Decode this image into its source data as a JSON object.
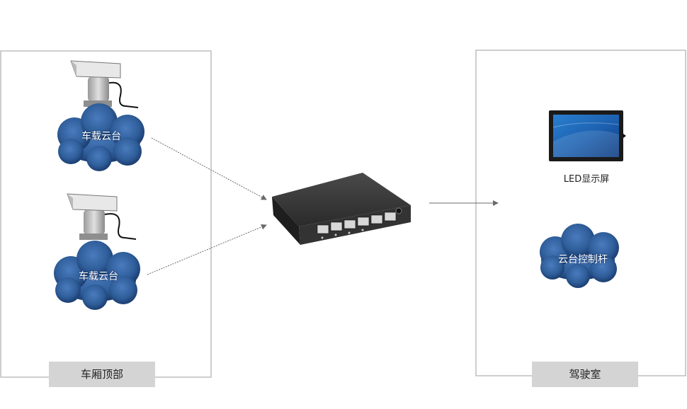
{
  "left_zone": {
    "label": "车厢顶部"
  },
  "right_zone": {
    "label": "驾驶室"
  },
  "cameras": [
    {
      "label": "车载云台"
    },
    {
      "label": "车载云台"
    }
  ],
  "display": {
    "label": "LED显示屏"
  },
  "joystick": {
    "label": "云台控制杆"
  },
  "colors": {
    "cloud": "#2f5e9a",
    "cloud_dark": "#173566",
    "border": "#bdbdbd",
    "arrow": "#6b6b6b",
    "label_bg": "#d4d4d4"
  }
}
